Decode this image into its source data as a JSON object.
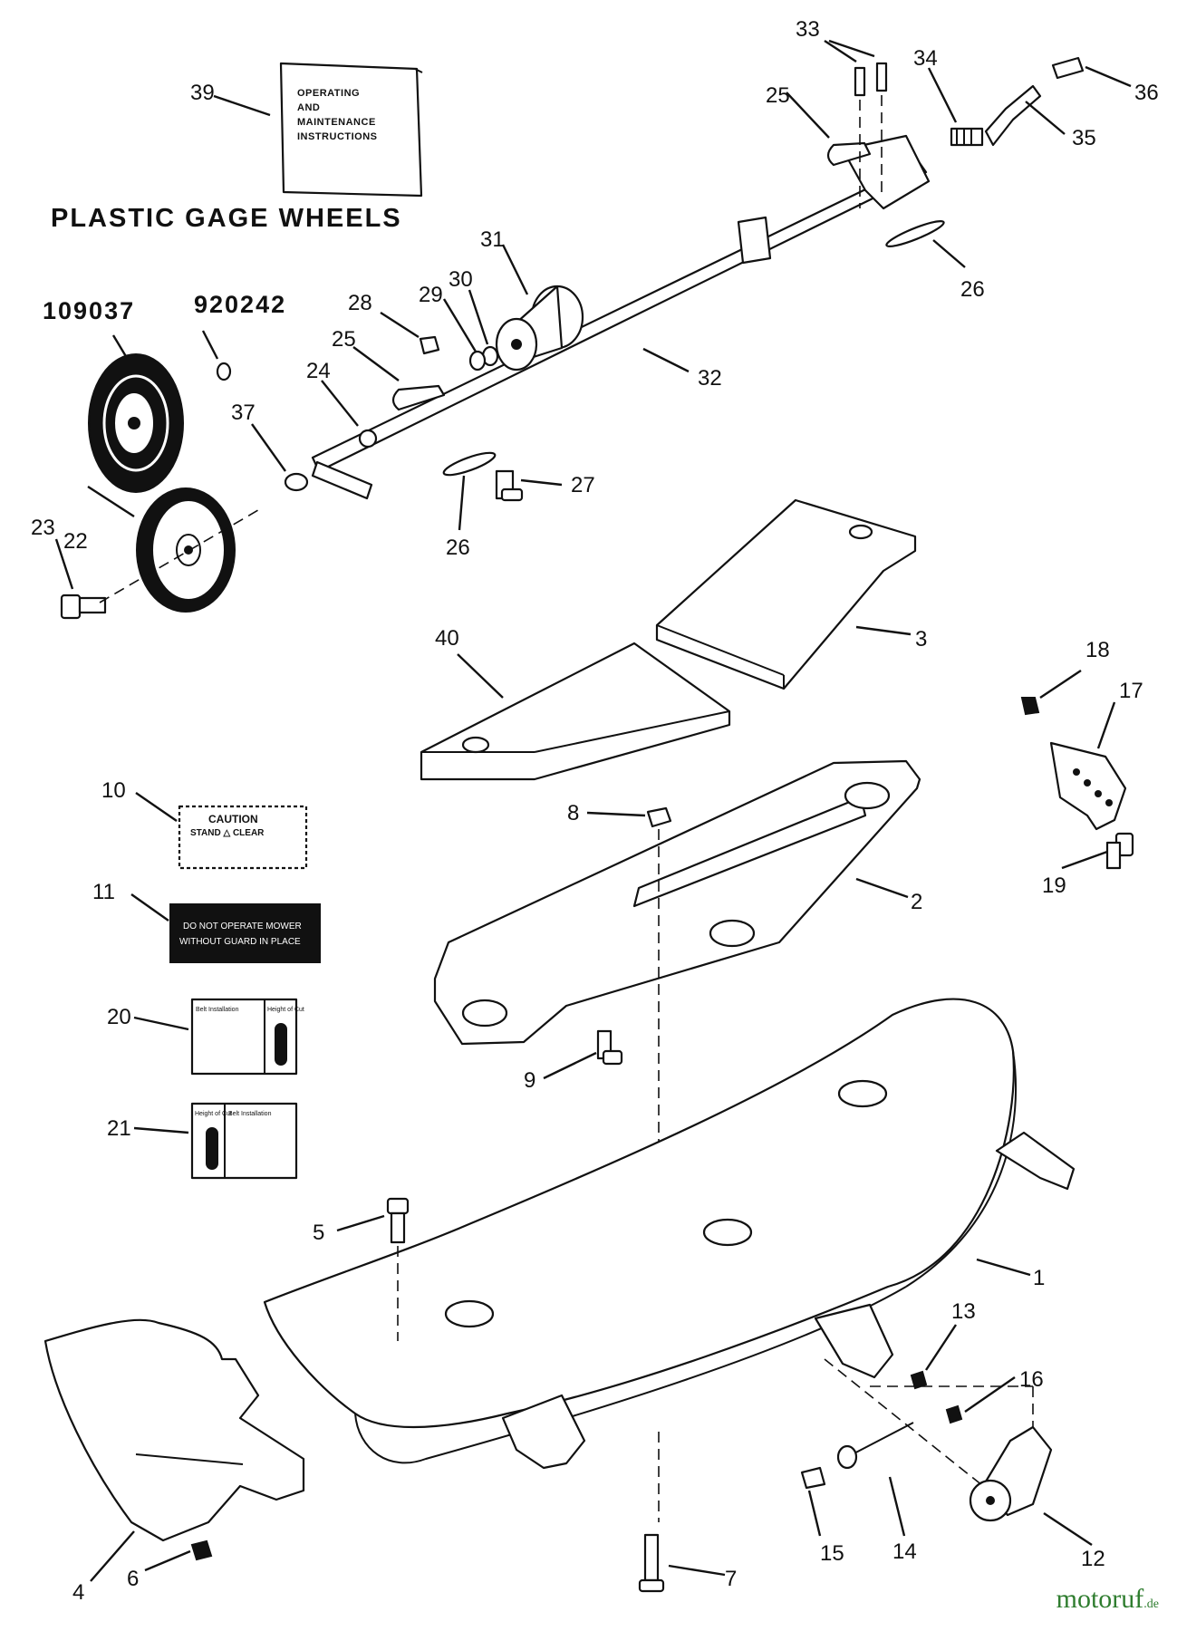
{
  "title": "PLASTIC GAGE WHEELS",
  "manual": {
    "lines": [
      "OPERATING",
      "AND",
      "MAINTENANCE",
      "INSTRUCTIONS"
    ]
  },
  "wheel_codes": {
    "tire": "109037",
    "washer": "920242"
  },
  "decals": {
    "caution": [
      "CAUTION",
      "STAND △ CLEAR"
    ],
    "guard": [
      "DO NOT OPERATE MOWER",
      "WITHOUT GUARD IN PLACE"
    ],
    "belt_label": "Belt Installation",
    "height_label": "Height of Cut"
  },
  "callouts": [
    {
      "id": "c1",
      "n": "1"
    },
    {
      "id": "c2",
      "n": "2"
    },
    {
      "id": "c3",
      "n": "3"
    },
    {
      "id": "c4",
      "n": "4"
    },
    {
      "id": "c5",
      "n": "5"
    },
    {
      "id": "c6",
      "n": "6"
    },
    {
      "id": "c7",
      "n": "7"
    },
    {
      "id": "c8",
      "n": "8"
    },
    {
      "id": "c9",
      "n": "9"
    },
    {
      "id": "c10",
      "n": "10"
    },
    {
      "id": "c11",
      "n": "11"
    },
    {
      "id": "c12",
      "n": "12"
    },
    {
      "id": "c13",
      "n": "13"
    },
    {
      "id": "c14",
      "n": "14"
    },
    {
      "id": "c15",
      "n": "15"
    },
    {
      "id": "c16",
      "n": "16"
    },
    {
      "id": "c17",
      "n": "17"
    },
    {
      "id": "c18",
      "n": "18"
    },
    {
      "id": "c19",
      "n": "19"
    },
    {
      "id": "c20",
      "n": "20"
    },
    {
      "id": "c21",
      "n": "21"
    },
    {
      "id": "c22",
      "n": "22"
    },
    {
      "id": "c23",
      "n": "23"
    },
    {
      "id": "c24",
      "n": "24"
    },
    {
      "id": "c25a",
      "n": "25"
    },
    {
      "id": "c25b",
      "n": "25"
    },
    {
      "id": "c26a",
      "n": "26"
    },
    {
      "id": "c26b",
      "n": "26"
    },
    {
      "id": "c27",
      "n": "27"
    },
    {
      "id": "c28",
      "n": "28"
    },
    {
      "id": "c29",
      "n": "29"
    },
    {
      "id": "c30",
      "n": "30"
    },
    {
      "id": "c31",
      "n": "31"
    },
    {
      "id": "c32",
      "n": "32"
    },
    {
      "id": "c33",
      "n": "33"
    },
    {
      "id": "c34",
      "n": "34"
    },
    {
      "id": "c35",
      "n": "35"
    },
    {
      "id": "c36",
      "n": "36"
    },
    {
      "id": "c37",
      "n": "37"
    },
    {
      "id": "c39",
      "n": "39"
    },
    {
      "id": "c40",
      "n": "40"
    }
  ],
  "watermark": {
    "name": "motoruf",
    "tld": ".de"
  }
}
